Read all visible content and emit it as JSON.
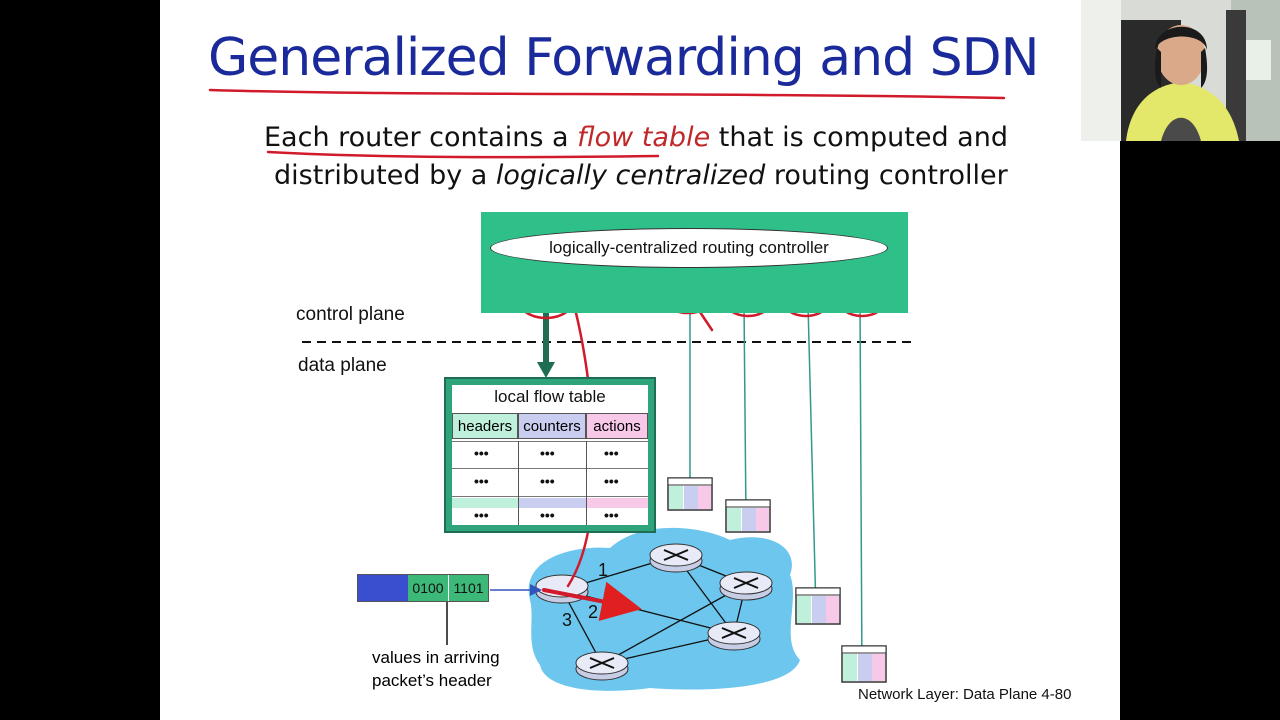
{
  "slide": {
    "title": "Generalized Forwarding and SDN",
    "bullet_line1_a": "Each router contains a ",
    "bullet_line1_em": "flow table",
    "bullet_line1_b": " that is computed and",
    "bullet_line2_a": "distributed by a ",
    "bullet_line2_em": "logically centralized",
    "bullet_line2_b": " routing controller",
    "controller_label": "logically-centralized routing controller",
    "control_plane_label": "control plane",
    "data_plane_label": "data plane",
    "flow_table": {
      "title": "local flow table",
      "headers": [
        "headers",
        "counters",
        "actions"
      ],
      "row_marker": "•••"
    },
    "packet_fields": [
      "0100",
      "1101"
    ],
    "port_labels": [
      "1",
      "2",
      "3"
    ],
    "caption_line1": "values in arriving",
    "caption_line2": "packet’s header",
    "footer": "Network Layer: Data Plane  4-80"
  },
  "colors": {
    "title": "#1a2a9a",
    "annotation": "#d11a2a",
    "controller_box": "#2fc08a",
    "network_cloud": "#6cc6ee",
    "headers_col": "#bff0dc",
    "counters_col": "#c9cdf0",
    "actions_col": "#f7c8e8"
  }
}
